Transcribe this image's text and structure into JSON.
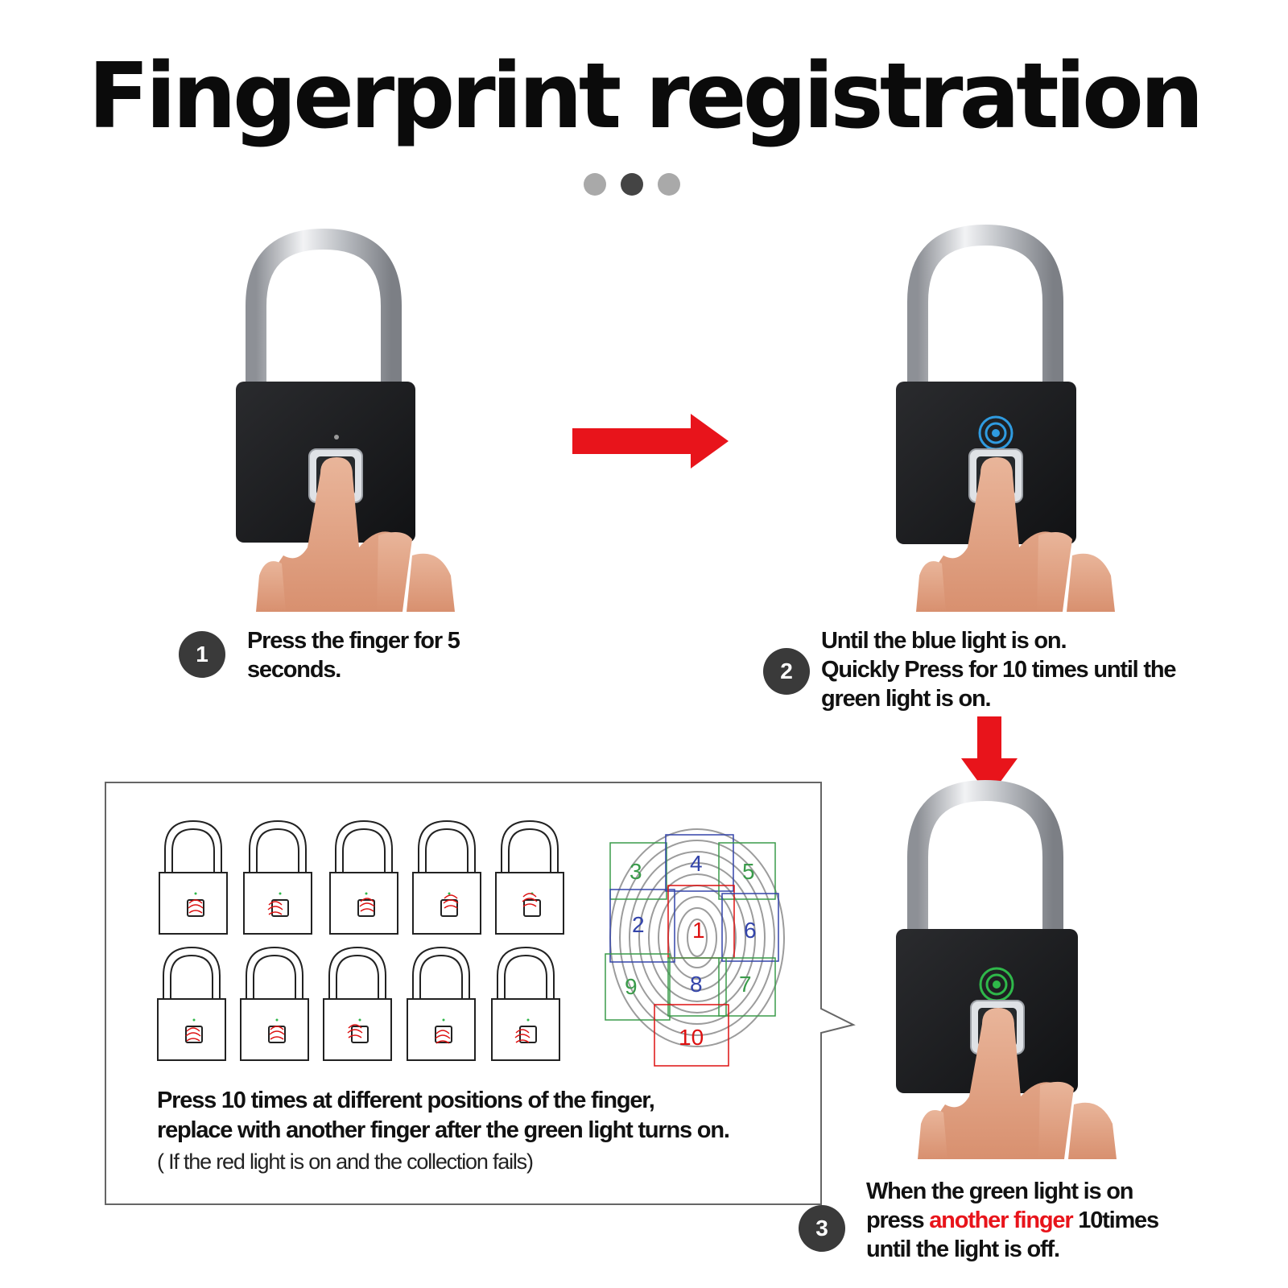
{
  "title": "Fingerprint registration",
  "pagination": {
    "dot_colors": [
      "#a9a9a9",
      "#444444",
      "#a9a9a9"
    ]
  },
  "colors": {
    "arrow": "#e8141b",
    "lock_body": "#1b1c1e",
    "shackle": "#c4c7cc",
    "blue_light": "#2f9be0",
    "green_light": "#2fb84a",
    "highlight": "#e8141b"
  },
  "steps": [
    {
      "number": "1",
      "lines": [
        "Press the finger for 5",
        "seconds."
      ]
    },
    {
      "number": "2",
      "lines": [
        "Until the blue light is on.",
        "Quickly Press for 10 times until the",
        "green light is on."
      ]
    },
    {
      "number": "3",
      "line1": "When the green light is on",
      "line2_pre": "press ",
      "line2_highlight": "another finger",
      "line2_post": " 10times",
      "line3": "until the light is off."
    }
  ],
  "note": {
    "line1": "Press 10 times at different positions of the finger,",
    "line2": "replace with another finger after the green light turns on.",
    "line3": "( If the red light is on and the collection fails)"
  },
  "fingerprint_zones": [
    "1",
    "2",
    "3",
    "4",
    "5",
    "6",
    "7",
    "8",
    "9",
    "10"
  ]
}
